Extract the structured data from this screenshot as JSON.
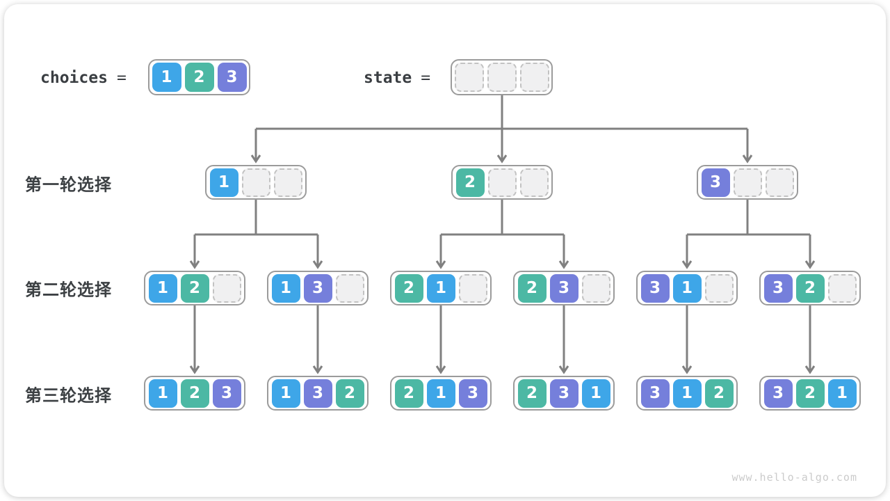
{
  "page": {
    "watermark": "www.hello-algo.com"
  },
  "legend": {
    "choices_label": "choices",
    "state_label": "state",
    "equals": "=",
    "choices_cells": [
      "1",
      "2",
      "3"
    ],
    "state_cells": [
      "",
      "",
      ""
    ]
  },
  "rows": [
    {
      "label": "第一轮选择"
    },
    {
      "label": "第二轮选择"
    },
    {
      "label": "第三轮选择"
    }
  ],
  "colors": {
    "cell_1": "#3ea6e8",
    "cell_2": "#4cb8a4",
    "cell_3": "#757fdb",
    "empty_fill": "#f0f0f1",
    "arrow": "#808080",
    "box_border": "#9b9b9b",
    "text_dark": "#3a3e42",
    "watermark": "#cbcbcb"
  },
  "tree": {
    "level1": [
      [
        "1",
        "",
        ""
      ],
      [
        "2",
        "",
        ""
      ],
      [
        "3",
        "",
        ""
      ]
    ],
    "level2": [
      [
        "1",
        "2",
        ""
      ],
      [
        "1",
        "3",
        ""
      ],
      [
        "2",
        "1",
        ""
      ],
      [
        "2",
        "3",
        ""
      ],
      [
        "3",
        "1",
        ""
      ],
      [
        "3",
        "2",
        ""
      ]
    ],
    "level3": [
      [
        "1",
        "2",
        "3"
      ],
      [
        "1",
        "3",
        "2"
      ],
      [
        "2",
        "1",
        "3"
      ],
      [
        "2",
        "3",
        "1"
      ],
      [
        "3",
        "1",
        "2"
      ],
      [
        "3",
        "2",
        "1"
      ]
    ]
  }
}
